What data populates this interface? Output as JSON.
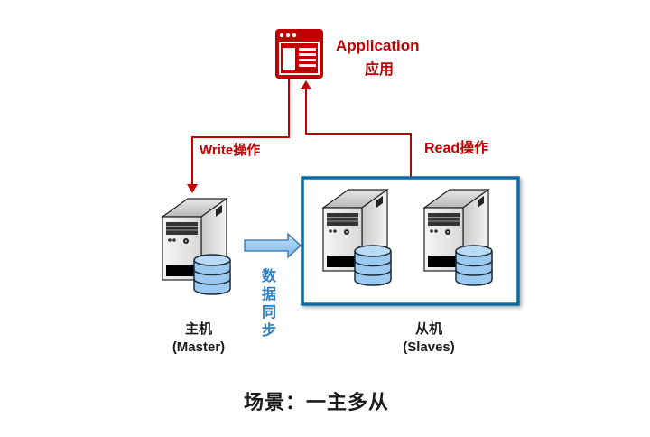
{
  "application": {
    "label_en": "Application",
    "label_cn": "应用",
    "icon": "application-window-icon",
    "color": "#c00000"
  },
  "operations": {
    "write_label": "Write操作",
    "read_label": "Read操作",
    "color": "#c00000"
  },
  "sync": {
    "label": "数据同步",
    "label_line1": "数据",
    "label_line2": "同步",
    "color": "#2f7fc0"
  },
  "master": {
    "label_cn": "主机",
    "label_en": "(Master)",
    "icon": "server-database-icon"
  },
  "slaves": {
    "label_cn": "从机",
    "label_en": "(Slaves)",
    "count": 2,
    "icon": "server-database-icon",
    "box_color": "#0e6aa3"
  },
  "caption": "场景：一主多从"
}
